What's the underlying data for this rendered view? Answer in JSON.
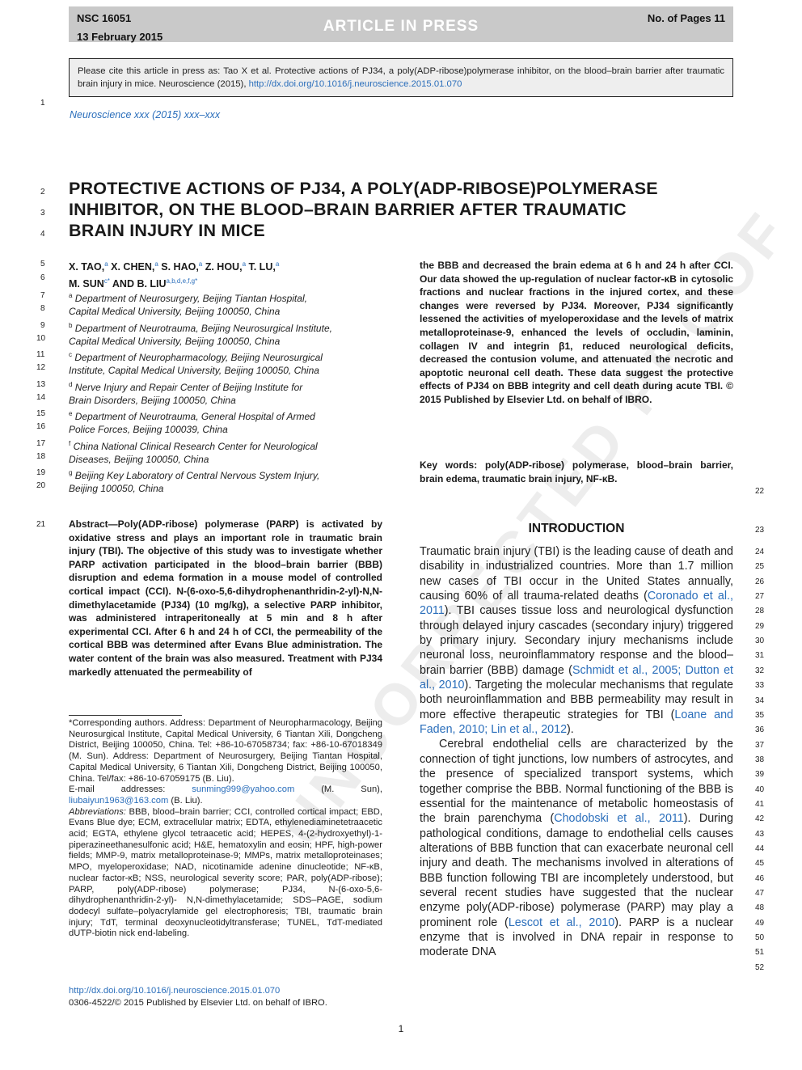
{
  "header": {
    "id": "NSC 16051",
    "date": "13 February 2015",
    "status": "ARTICLE IN PRESS",
    "pages": "No. of Pages 11"
  },
  "cite": {
    "text": "Please cite this article in press as: Tao X et al. Protective actions of PJ34, a poly(ADP-ribose)polymerase inhibitor, on the blood–brain barrier after traumatic brain injury in mice. Neuroscience (2015), ",
    "doi": "http://dx.doi.org/10.1016/j.neuroscience.2015.01.070"
  },
  "journal": "Neuroscience xxx (2015) xxx–xxx",
  "title_lines": [
    "PROTECTIVE ACTIONS OF PJ34, A POLY(ADP-RIBOSE)POLYMERASE",
    "INHIBITOR, ON THE BLOOD–BRAIN BARRIER AFTER TRAUMATIC",
    "BRAIN INJURY IN MICE"
  ],
  "authors": {
    "line1": [
      {
        "name": "X. TAO,",
        "sup": "a"
      },
      {
        "name": " X. CHEN,",
        "sup": "a"
      },
      {
        "name": " S. HAO,",
        "sup": "a"
      },
      {
        "name": " Z. HOU,",
        "sup": "a"
      },
      {
        "name": " T. LU,",
        "sup": "a"
      }
    ],
    "line2": [
      {
        "name": "M. SUN",
        "sup": "c*"
      },
      {
        "name": " AND B. LIU",
        "sup": "a,b,d,e,f,g*"
      }
    ]
  },
  "affiliations": [
    {
      "sup": "a",
      "l1": "Department of Neurosurgery, Beijing Tiantan Hospital,",
      "l2": "Capital Medical University, Beijing 100050, China"
    },
    {
      "sup": "b",
      "l1": "Department of Neurotrauma, Beijing Neurosurgical Institute,",
      "l2": "Capital Medical University, Beijing 100050, China"
    },
    {
      "sup": "c",
      "l1": "Department of Neuropharmacology, Beijing Neurosurgical",
      "l2": "Institute, Capital Medical University, Beijing 100050, China"
    },
    {
      "sup": "d",
      "l1": "Nerve Injury and Repair Center of Beijing Institute for",
      "l2": "Brain Disorders, Beijing 100050, China"
    },
    {
      "sup": "e",
      "l1": "Department of Neurotrauma, General Hospital of Armed",
      "l2": "Police Forces, Beijing 100039, China"
    },
    {
      "sup": "f",
      "l1": "China National Clinical Research Center for Neurological",
      "l2": "Diseases, Beijing 100050, China"
    },
    {
      "sup": "g",
      "l1": "Beijing Key Laboratory of Central Nervous System Injury,",
      "l2": "Beijing 100050, China"
    }
  ],
  "abstract_left": "Abstract—Poly(ADP-ribose) polymerase (PARP) is activated by oxidative stress and plays an important role in traumatic brain injury (TBI). The objective of this study was to investigate whether PARP activation participated in the blood–brain barrier (BBB) disruption and edema formation in a mouse model of controlled cortical impact (CCI). N-(6-oxo-5,6-dihydrophenanthridin-2-yl)-N,N-dimethylacetamide (PJ34) (10 mg/kg), a selective PARP inhibitor, was administered intraperitoneally at 5 min and 8 h after experimental CCI. After 6 h and 24 h of CCI, the permeability of the cortical BBB was determined after Evans Blue administration. The water content of the brain was also measured. Treatment with PJ34 markedly attenuated the permeability of",
  "abstract_right": "the BBB and decreased the brain edema at 6 h and 24 h after CCI. Our data showed the up-regulation of nuclear factor-κB in cytosolic fractions and nuclear fractions in the injured cortex, and these changes were reversed by PJ34. Moreover, PJ34 significantly lessened the activities of myeloperoxidase and the levels of matrix metalloproteinase-9, enhanced the levels of occludin, laminin, collagen IV and integrin β1, reduced neurological deficits, decreased the contusion volume, and attenuated the necrotic and apoptotic neuronal cell death. These data suggest the protective effects of PJ34 on BBB integrity and cell death during acute TBI. © 2015 Published by Elsevier Ltd. on behalf of IBRO.",
  "keywords": "Key words: poly(ADP-ribose) polymerase, blood–brain barrier, brain edema, traumatic brain injury, NF-κB.",
  "intro_heading": "INTRODUCTION",
  "intro": {
    "p1a": "Traumatic brain injury (TBI) is the leading cause of death and disability in industrialized countries. More than 1.7 million new cases of TBI occur in the United States annually, causing 60% of all trauma-related deaths (",
    "p1_ref1": "Coronado et al., 2011",
    "p1b": "). TBI causes tissue loss and neurological dysfunction through delayed injury cascades (secondary injury) triggered by primary injury. Secondary injury mechanisms include neuronal loss, neuroinflammatory response and the blood–brain barrier (BBB) damage (",
    "p1_ref2": "Schmidt et al., 2005; Dutton et al., 2010",
    "p1c": "). Targeting the molecular mechanisms that regulate both neuroinflammation and BBB permeability may result in more effective therapeutic strategies for TBI (",
    "p1_ref3": "Loane and Faden, 2010; Lin et al., 2012",
    "p1d": ").",
    "p2a": "Cerebral endothelial cells are characterized by the connection of tight junctions, low numbers of astrocytes, and the presence of specialized transport systems, which together comprise the BBB. Normal functioning of the BBB is essential for the maintenance of metabolic homeostasis of the brain parenchyma (",
    "p2_ref1": "Chodobski et al., 2011",
    "p2b": "). During pathological conditions, damage to endothelial cells causes alterations of BBB function that can exacerbate neuronal cell injury and death. The mechanisms involved in alterations of BBB function following TBI are incompletely understood, but several recent studies have suggested that the nuclear enzyme poly(ADP-ribose) polymerase (PARP) may play a prominent role (",
    "p2_ref2": "Lescot et al., 2010",
    "p2c": "). PARP is a nuclear enzyme that is involved in DNA repair in response to moderate DNA"
  },
  "footnote": {
    "corr": "*Corresponding authors. Address: Department of Neuropharmacology, Beijing Neurosurgical Institute, Capital Medical University, 6 Tiantan Xili, Dongcheng District, Beijing 100050, China. Tel: +86-10-67058734; fax: +86-10-67018349 (M. Sun). Address: Department of Neurosurgery, Beijing Tiantan Hospital, Capital Medical University, 6 Tiantan Xili, Dongcheng District, Beijing 100050, China. Tel/fax: +86-10-67059175 (B. Liu).",
    "email_label": "E-mail addresses: ",
    "email1": "sunming999@yahoo.com",
    "email1_who": " (M. Sun), ",
    "email2": "liubaiyun1963@163.com",
    "email2_who": " (B. Liu).",
    "abbr_label": "Abbreviations:",
    "abbr": " BBB, blood–brain barrier; CCI, controlled cortical impact; EBD, Evans Blue dye; ECM, extracellular matrix; EDTA, ethylenediaminetetraacetic acid; EGTA, ethylene glycol tetraacetic acid; HEPES, 4-(2-hydroxyethyl)-1-piperazineethanesulfonic acid; H&E, hematoxylin and eosin; HPF, high-power fields; MMP-9, matrix metalloproteinase-9; MMPs, matrix metalloproteinases; MPO, myeloperoxidase; NAD, nicotinamide adenine dinucleotide; NF-κB, nuclear factor-κB; NSS, neurological severity score; PAR, poly(ADP-ribose); PARP, poly(ADP-ribose) polymerase; PJ34, N-(6-oxo-5,6-dihydrophenanthridin-2-yl)- N,N-dimethylacetamide; SDS–PAGE, sodium dodecyl sulfate–polyacrylamide gel electrophoresis; TBI, traumatic brain injury; TdT, terminal deoxynucleotidyltransferase; TUNEL, TdT-mediated dUTP-biotin nick end-labeling."
  },
  "footer": {
    "doi": "http://dx.doi.org/10.1016/j.neuroscience.2015.01.070",
    "copyright": "0306-4522/© 2015 Published by Elsevier Ltd. on behalf of IBRO."
  },
  "page_number": "1",
  "watermark": "UNCORRECTED PROOF",
  "line_numbers_left": [
    "1",
    "2",
    "3",
    "4",
    "5",
    "6",
    "7",
    "8",
    "9",
    "10",
    "11",
    "12",
    "13",
    "14",
    "15",
    "16",
    "17",
    "18",
    "19",
    "20",
    "21"
  ],
  "line_numbers_right": [
    "22",
    "23",
    "24",
    "25",
    "26",
    "27",
    "28",
    "29",
    "30",
    "31",
    "32",
    "33",
    "34",
    "35",
    "36",
    "37",
    "38",
    "39",
    "40",
    "41",
    "42",
    "43",
    "44",
    "45",
    "46",
    "47",
    "48",
    "49",
    "50",
    "51",
    "52"
  ]
}
